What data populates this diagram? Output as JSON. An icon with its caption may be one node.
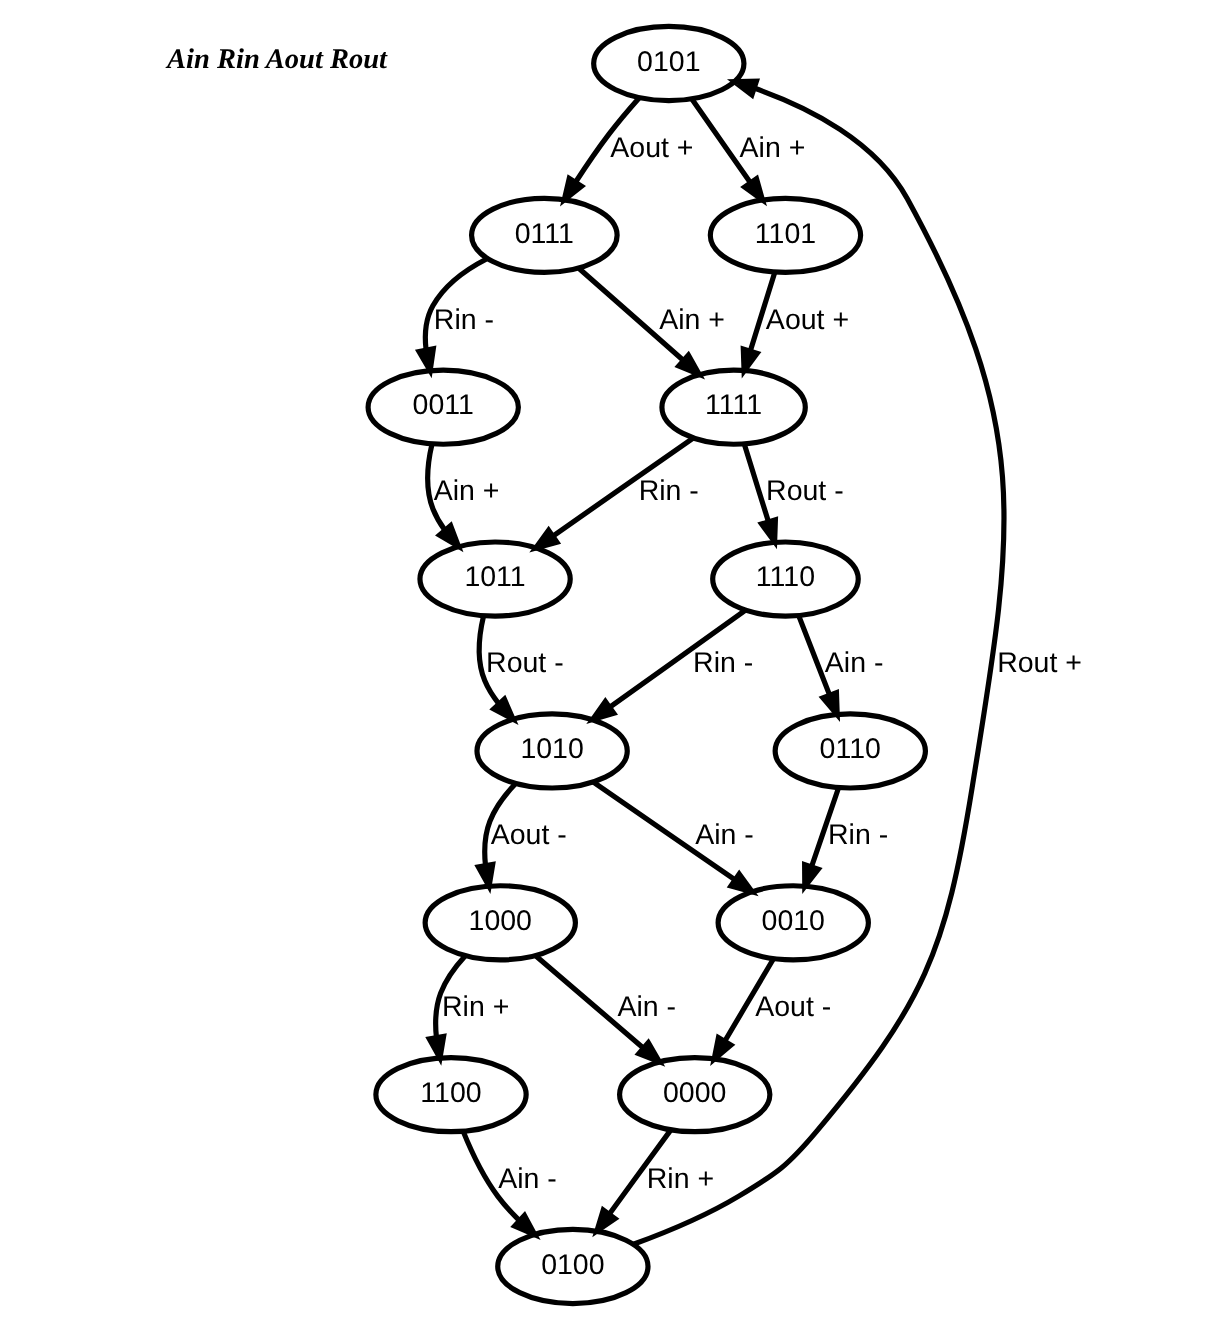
{
  "diagram": {
    "nodes": [
      {
        "text": [
          "0101"
        ]
      },
      {
        "text": [
          "0111"
        ]
      },
      {
        "text": [
          "1101"
        ]
      },
      {
        "text": [
          "0011"
        ]
      },
      {
        "text": [
          "1111"
        ]
      },
      {
        "text": [
          "1011"
        ]
      },
      {
        "text": [
          "1110"
        ]
      },
      {
        "text": [
          "1010"
        ]
      },
      {
        "text": [
          "0110"
        ]
      },
      {
        "text": [
          "1000"
        ]
      },
      {
        "text": [
          "0010"
        ]
      },
      {
        "text": [
          "1100"
        ]
      },
      {
        "text": [
          "0000"
        ]
      },
      {
        "text": [
          "0100"
        ]
      }
    ],
    "edges": [
      {
        "from": 0,
        "to": 1,
        "arrow": "to",
        "label": "Aout +"
      },
      {
        "from": 0,
        "to": 2,
        "arrow": "to",
        "label": "Ain +"
      },
      {
        "from": 1,
        "to": 3,
        "arrow": "to",
        "label": "Rin -"
      },
      {
        "from": 1,
        "to": 4,
        "arrow": "to",
        "label": "Ain +"
      },
      {
        "from": 2,
        "to": 4,
        "arrow": "to",
        "label": "Aout +"
      },
      {
        "from": 3,
        "to": 5,
        "arrow": "to",
        "label": "Ain +"
      },
      {
        "from": 4,
        "to": 5,
        "arrow": "to",
        "label": "Rin -"
      },
      {
        "from": 4,
        "to": 6,
        "arrow": "to",
        "label": "Rout -"
      },
      {
        "from": 5,
        "to": 7,
        "arrow": "to",
        "label": "Rout -"
      },
      {
        "from": 6,
        "to": 7,
        "arrow": "to",
        "label": "Rin -"
      },
      {
        "from": 6,
        "to": 8,
        "arrow": "to",
        "label": "Ain -"
      },
      {
        "from": 7,
        "to": 9,
        "arrow": "to",
        "label": "Aout -"
      },
      {
        "from": 7,
        "to": 10,
        "arrow": "to",
        "label": "Ain -"
      },
      {
        "from": 8,
        "to": 10,
        "arrow": "to",
        "label": "Rin -"
      },
      {
        "from": 9,
        "to": 11,
        "arrow": "to",
        "label": "Rin +"
      },
      {
        "from": 9,
        "to": 12,
        "arrow": "to",
        "label": "Ain -"
      },
      {
        "from": 10,
        "to": 12,
        "arrow": "to",
        "label": "Aout -"
      },
      {
        "from": 11,
        "to": 13,
        "arrow": "to",
        "label": "Ain -"
      },
      {
        "from": 12,
        "to": 13,
        "arrow": "to",
        "label": "Rin +"
      },
      {
        "from": 13,
        "to": 0,
        "arrow": "to",
        "label": "Rout +"
      }
    ],
    "labels": [
      "Ain Rin Aout Rout"
    ]
  }
}
